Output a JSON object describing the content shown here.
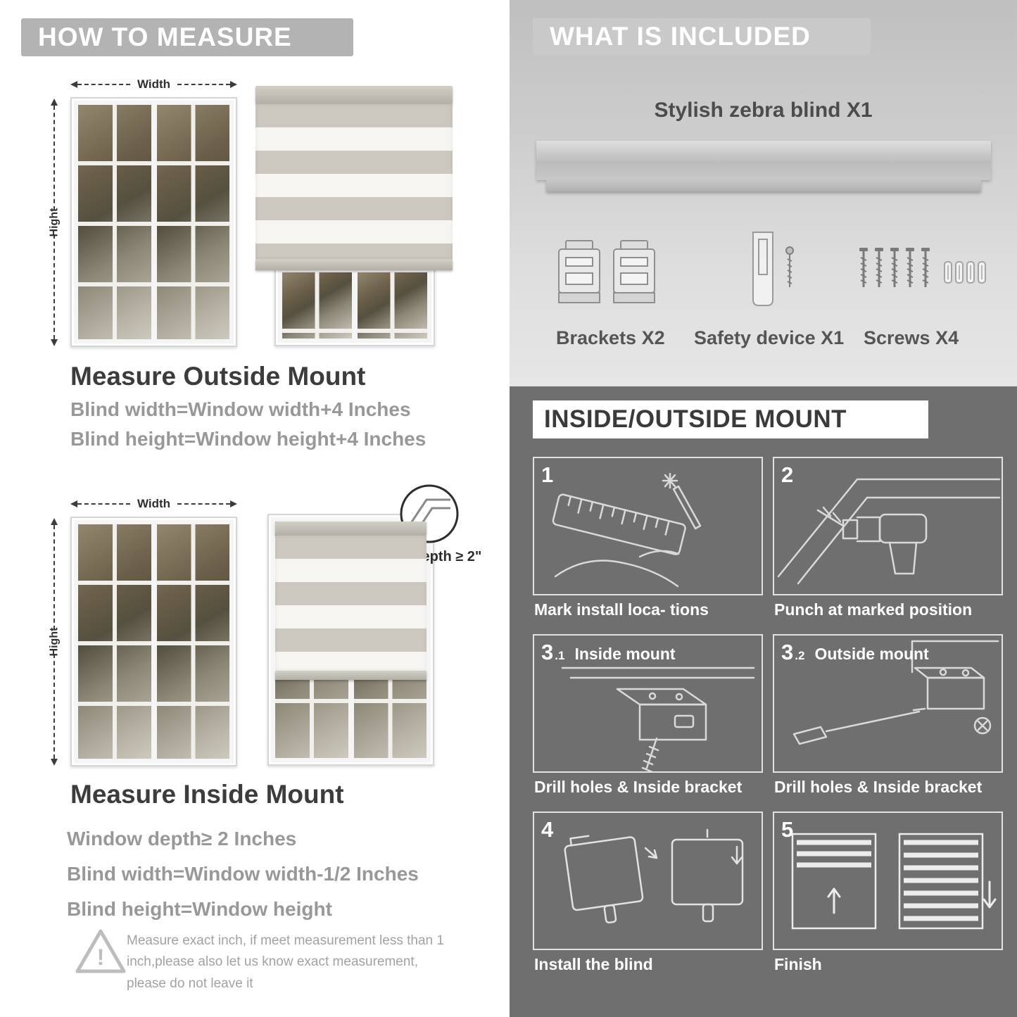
{
  "left": {
    "header": "HOW TO MEASURE",
    "outside": {
      "width_label": "Width",
      "height_label": "Hight",
      "title": "Measure Outside Mount",
      "line1": "Blind width=Window width+4 Inches",
      "line2": "Blind height=Window height+4 Inches"
    },
    "inside": {
      "width_label": "Width",
      "height_label": "Hight",
      "depth_label": "Depth ≥ 2\"",
      "title": "Measure Inside Mount",
      "line1": "Window depth≥ 2 Inches",
      "line2": "Blind width=Window width-1/2 Inches",
      "line3": "Blind height=Window height"
    },
    "warning_mark": "!",
    "warning_text": "Measure exact inch, if meet measurement less than 1 inch,please also let us know exact measurement, please do not leave it"
  },
  "right": {
    "included": {
      "header": "WHAT IS INCLUDED",
      "blind_label": "Stylish zebra blind X1",
      "brackets_label": "Brackets X2",
      "safety_label": "Safety device X1",
      "screws_label": "Screws X4"
    },
    "mount": {
      "header": "INSIDE/OUTSIDE MOUNT",
      "steps": [
        {
          "num": "1",
          "sub": "",
          "title": "",
          "caption": "Mark install loca- tions"
        },
        {
          "num": "2",
          "sub": "",
          "title": "",
          "caption": "Punch at marked position"
        },
        {
          "num": "3",
          "sub": ".1",
          "title": "Inside mount",
          "caption": "Drill holes & Inside bracket"
        },
        {
          "num": "3",
          "sub": ".2",
          "title": "Outside mount",
          "caption": "Drill holes & Inside bracket"
        },
        {
          "num": "4",
          "sub": "",
          "title": "",
          "caption": "Install the blind"
        },
        {
          "num": "5",
          "sub": "",
          "title": "",
          "caption": "Finish"
        }
      ]
    }
  },
  "colors": {
    "banner_gray": "#b3b3b3",
    "dark_panel": "#6f6f6f",
    "heading": "#3c3c3c",
    "body_gray": "#989898",
    "blind_stripe": "#ccc8bf"
  }
}
